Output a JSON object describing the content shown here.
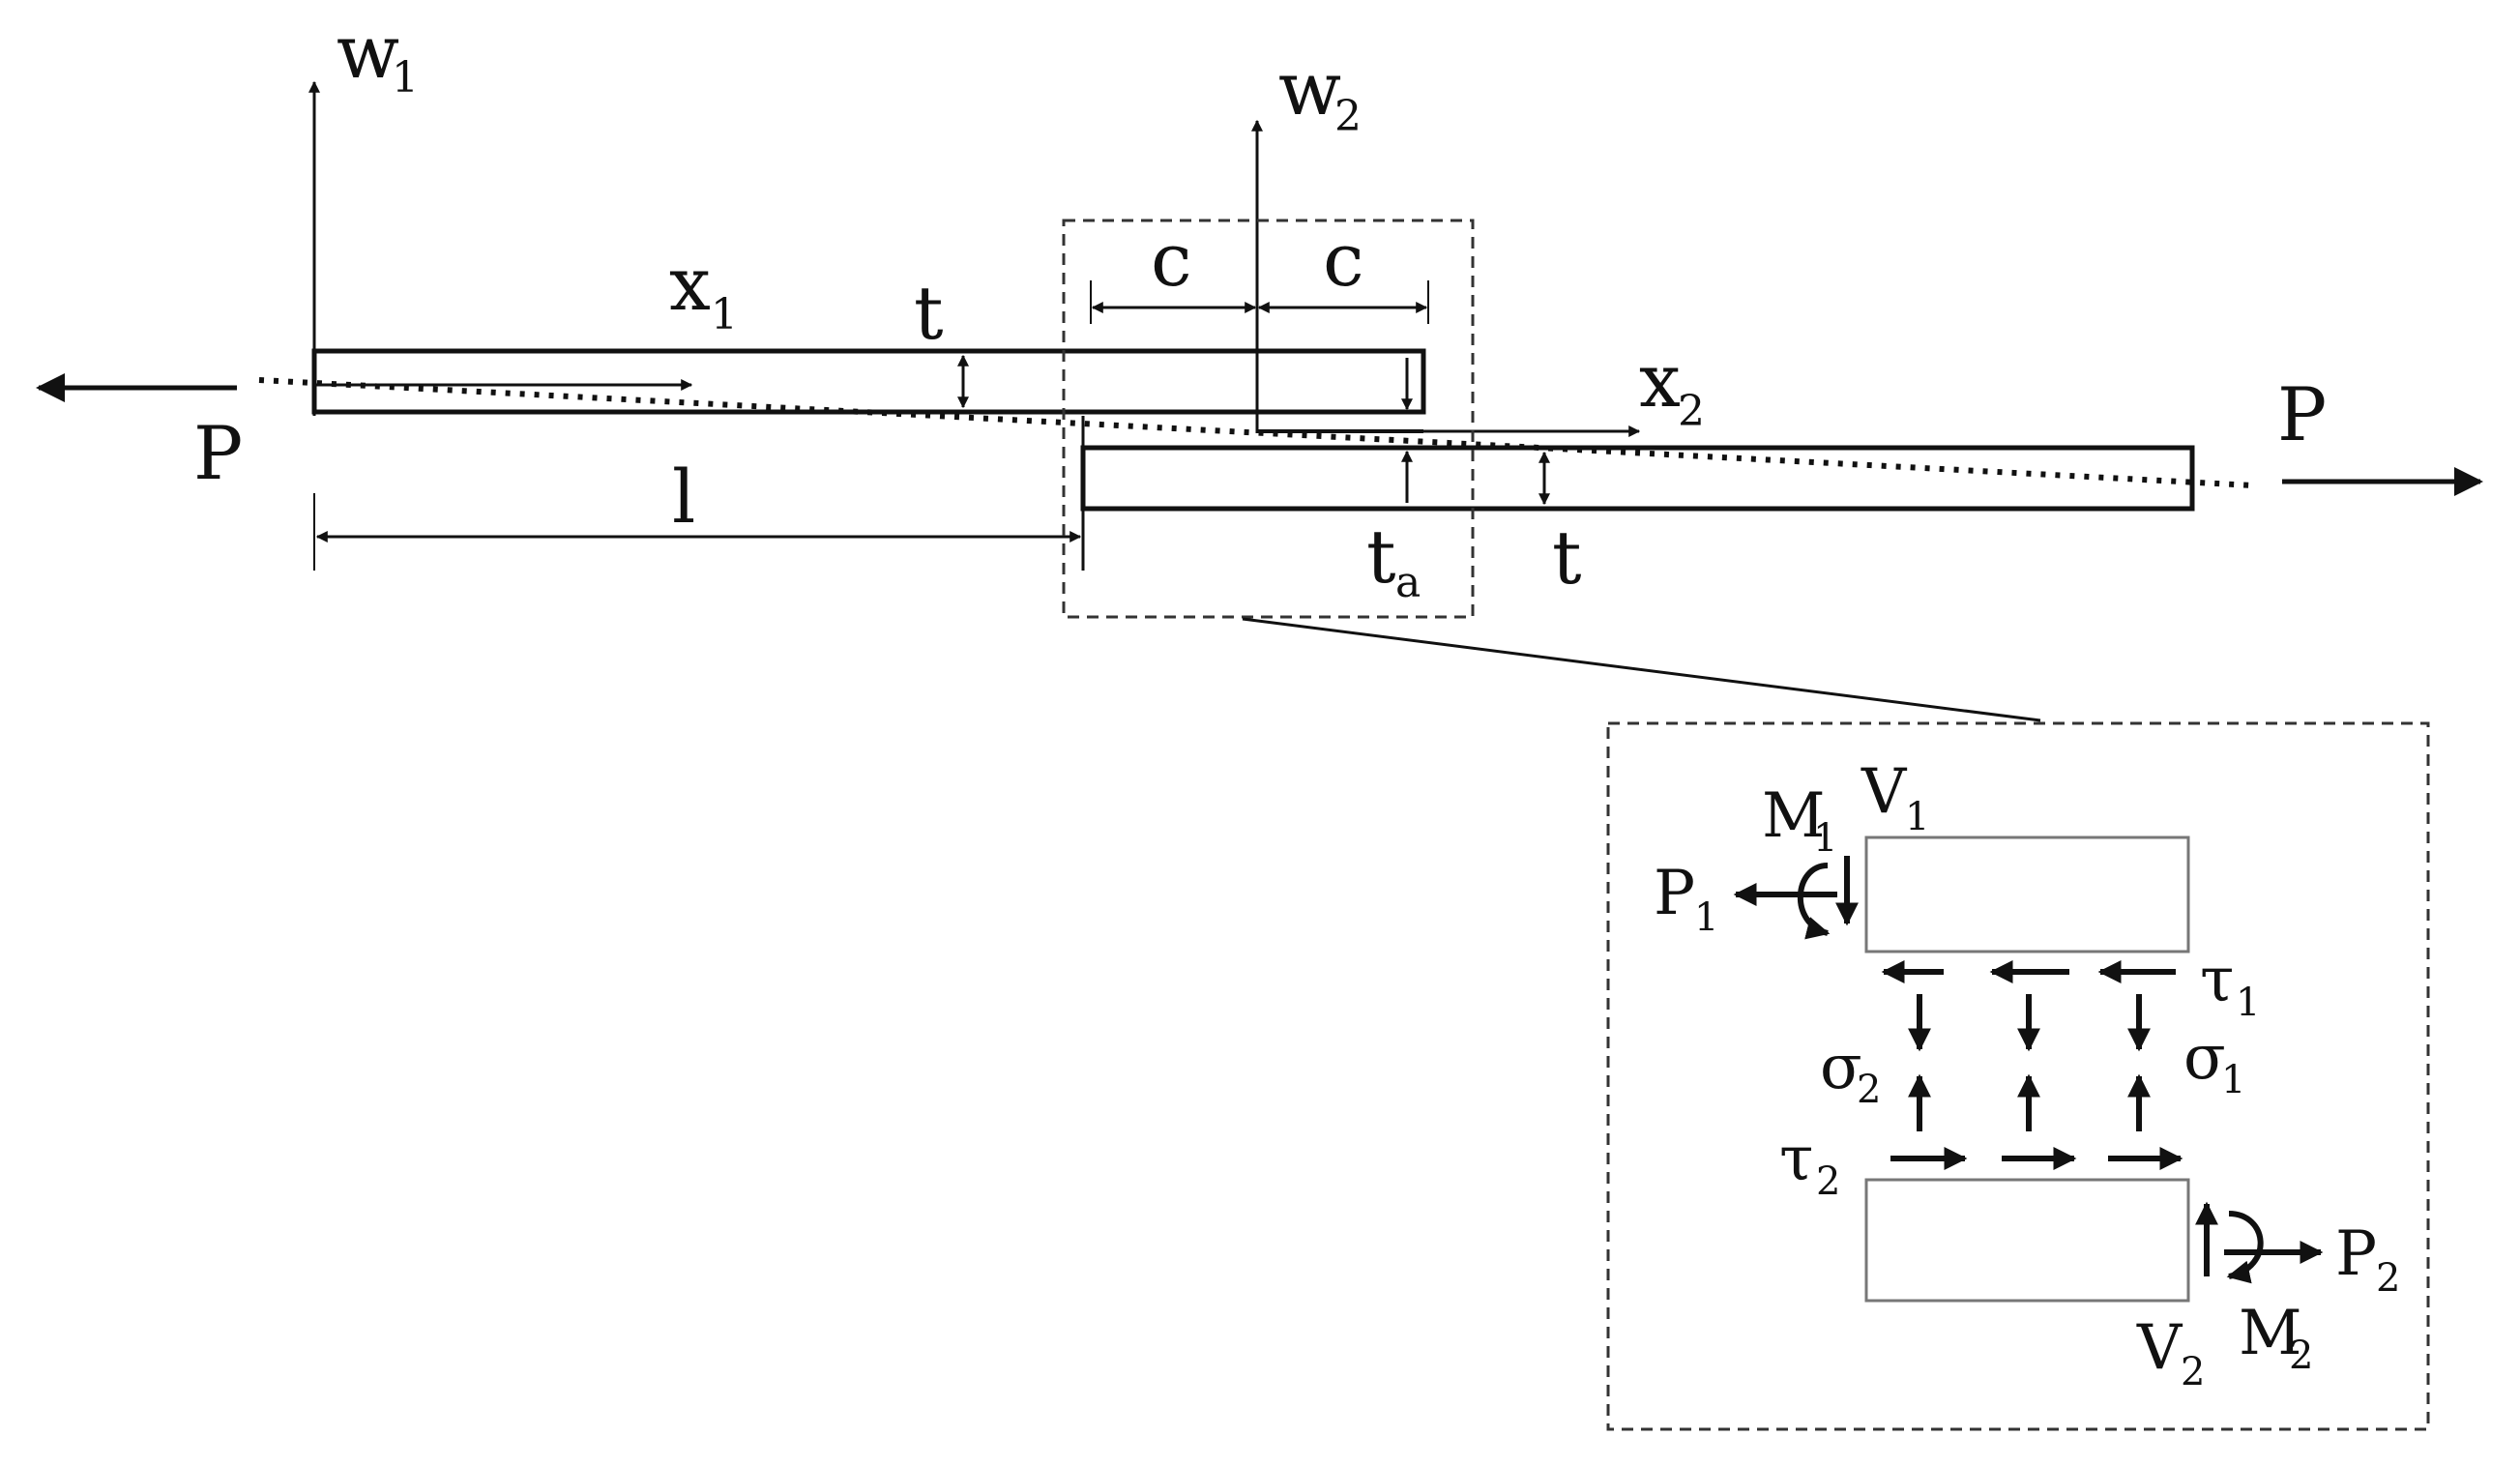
{
  "main_diagram": {
    "left_load_label": "P",
    "right_load_label": "P",
    "w1_label": "w",
    "w1_sub": "1",
    "w2_label": "w",
    "w2_sub": "2",
    "x1_label": "x",
    "x1_sub": "1",
    "x2_label": "x",
    "x2_sub": "2",
    "thickness_top_label": "t",
    "thickness_bottom_label": "t",
    "overlap_left_label": "c",
    "overlap_right_label": "c",
    "length_label": "l",
    "adhesive_thickness_label": "t",
    "adhesive_thickness_sub": "a"
  },
  "inset": {
    "M1_label": "M",
    "M1_sub": "1",
    "V1_label": "V",
    "V1_sub": "1",
    "P1_label": "P",
    "P1_sub": "1",
    "tau1_label": "τ",
    "tau1_sub": "1",
    "sigma1_label": "σ",
    "sigma1_sub": "1",
    "sigma2_label": "σ",
    "sigma2_sub": "2",
    "tau2_label": "τ",
    "tau2_sub": "2",
    "P2_label": "P",
    "P2_sub": "2",
    "V2_label": "V",
    "V2_sub": "2",
    "M2_label": "M",
    "M2_sub": "2"
  },
  "colors": {
    "stroke": "#111111",
    "inset_box": "#777777"
  }
}
